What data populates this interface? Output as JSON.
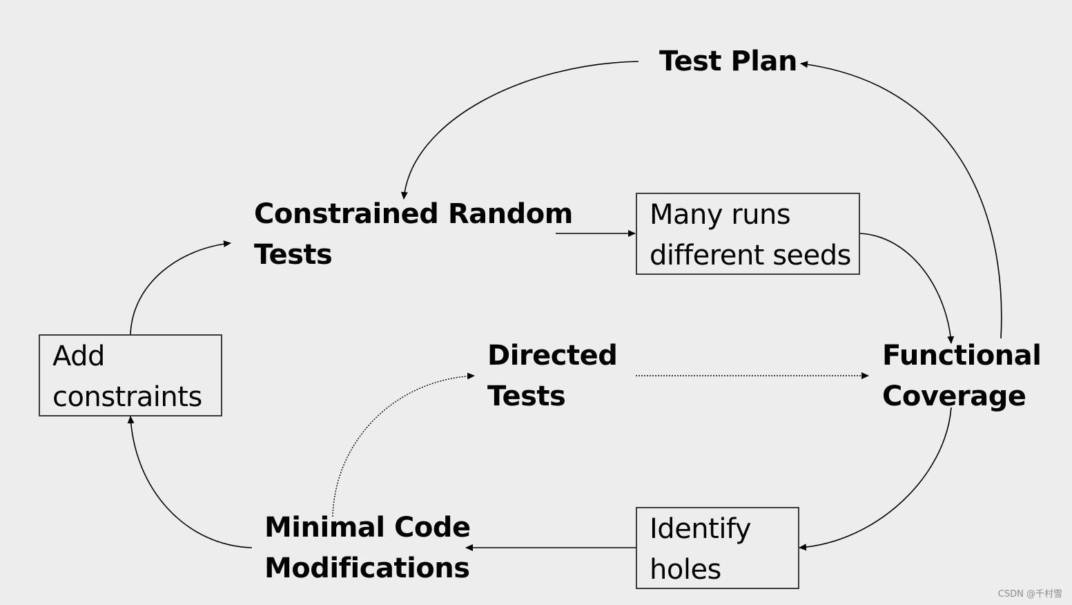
{
  "nodes": {
    "test_plan": {
      "lines": [
        "Test Plan"
      ]
    },
    "constrained_random_tests": {
      "lines": [
        "Constrained Random",
        "Tests"
      ]
    },
    "many_runs": {
      "lines": [
        "Many runs",
        "different seeds"
      ]
    },
    "add_constraints": {
      "lines": [
        "Add",
        "constraints"
      ]
    },
    "directed_tests": {
      "lines": [
        "Directed",
        "Tests"
      ]
    },
    "functional_coverage": {
      "lines": [
        "Functional",
        "Coverage"
      ]
    },
    "minimal_code_modifications": {
      "lines": [
        "Minimal Code",
        "Modifications"
      ]
    },
    "identify_holes": {
      "lines": [
        "Identify",
        "holes"
      ]
    }
  },
  "watermark": "CSDN @千村雪"
}
